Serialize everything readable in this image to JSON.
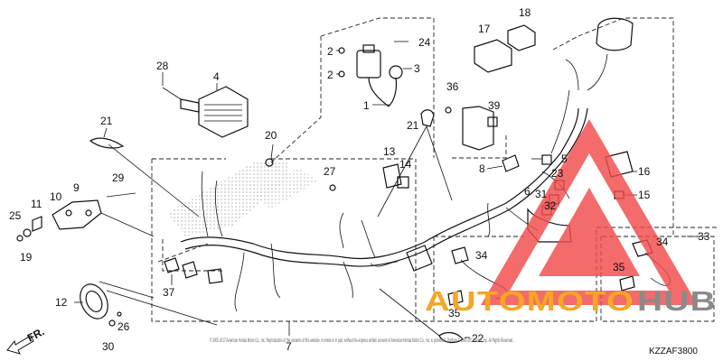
{
  "diagram": {
    "code": "KZZAF3800",
    "copyright": "© 2005-2017 American Honda Motor Co., Inc. Reproduction of the contents of this website, in whole or in part, without the express written consent of American Honda Motor Co., Inc. is prohibited. Portions © 2005-2017 Arinet, Inc. All Rights Reserved.",
    "callouts": [
      "1",
      "2",
      "2",
      "3",
      "4",
      "5",
      "6",
      "7",
      "8",
      "9",
      "10",
      "11",
      "12",
      "13",
      "14",
      "15",
      "16",
      "17",
      "18",
      "19",
      "20",
      "21",
      "21",
      "22",
      "23",
      "24",
      "25",
      "26",
      "27",
      "28",
      "29",
      "30",
      "31",
      "32",
      "33",
      "34",
      "34",
      "35",
      "35",
      "36",
      "37",
      "39"
    ],
    "front_label": "FR.",
    "watermark": {
      "text_orange": "AUTOMOTO",
      "text_grey": "HUB",
      "color_orange": "#f5a623",
      "color_grey": "#8a8a8a",
      "color_triangle": "#f04b4b"
    }
  }
}
